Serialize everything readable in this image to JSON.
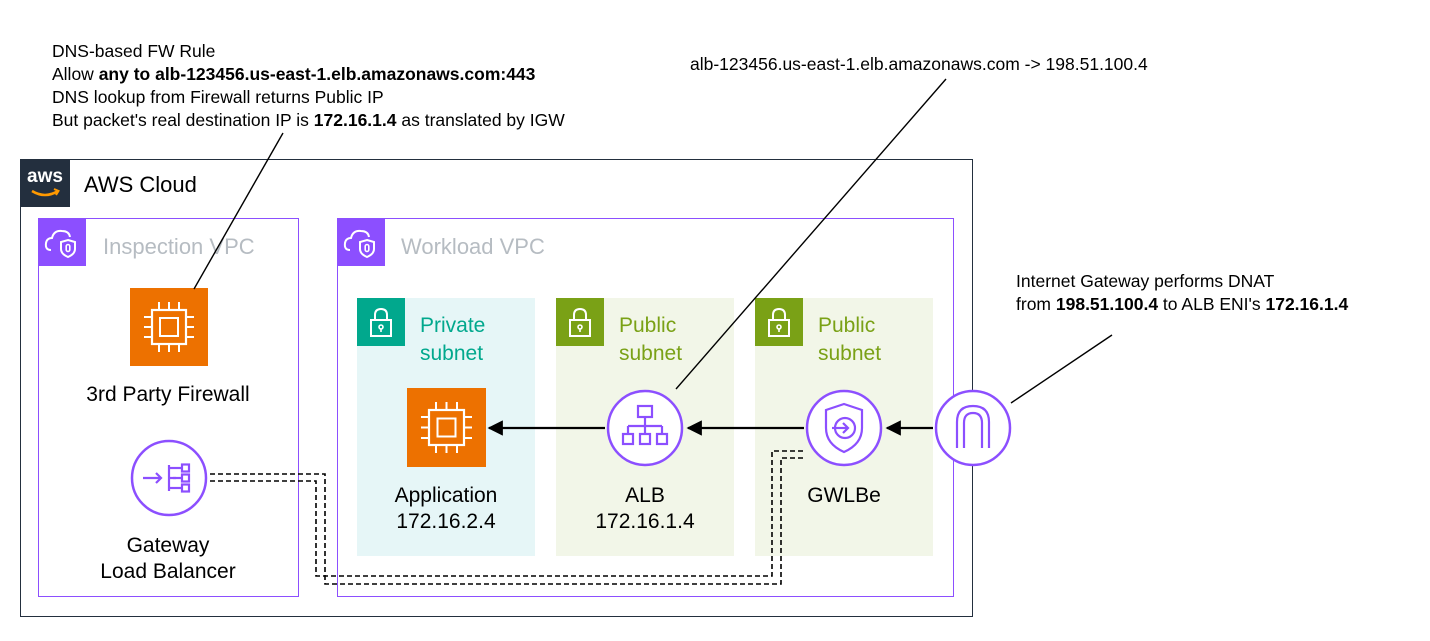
{
  "annotations": {
    "dns_rule": {
      "line1": "DNS-based FW Rule",
      "line2_prefix": "Allow ",
      "line2_bold": "any to alb-123456.us-east-1.elb.amazonaws.com:443",
      "line3": "DNS lookup from Firewall returns Public IP",
      "line4_prefix": "But packet's real destination IP is ",
      "line4_bold": "172.16.1.4",
      "line4_suffix": " as translated by IGW"
    },
    "dns_resolution": "alb-123456.us-east-1.elb.amazonaws.com -> 198.51.100.4",
    "igw_dnat": {
      "line1": "Internet Gateway performs DNAT",
      "line2_prefix": "from ",
      "line2_bold1": "198.51.100.4",
      "line2_mid": " to ALB ENI's ",
      "line2_bold2": "172.16.1.4"
    }
  },
  "aws_cloud": {
    "logo": "aws",
    "label": "AWS Cloud"
  },
  "inspection_vpc": {
    "label": "Inspection VPC",
    "firewall": {
      "label": "3rd Party Firewall"
    },
    "gwlb": {
      "label_line1": "Gateway",
      "label_line2": "Load Balancer"
    }
  },
  "workload_vpc": {
    "label": "Workload VPC",
    "private_subnet": {
      "line1": "Private",
      "line2": "subnet"
    },
    "public_subnet_alb": {
      "line1": "Public",
      "line2": "subnet"
    },
    "public_subnet_gwlbe": {
      "line1": "Public",
      "line2": "subnet"
    },
    "application": {
      "name": "Application",
      "ip": "172.16.2.4"
    },
    "alb": {
      "name": "ALB",
      "ip": "172.16.1.4"
    },
    "gwlbe": {
      "name": "GWLBe"
    }
  },
  "colors": {
    "vpc_purple": "#8c4fff",
    "ec2_orange": "#ed7100",
    "private_teal": "#01a88d",
    "private_fill": "#e6f6f7",
    "public_green": "#7aa116",
    "public_fill": "#f2f6e8",
    "cloud_border": "#232f3e",
    "vpc_label_gray": "#b6bcc2"
  }
}
